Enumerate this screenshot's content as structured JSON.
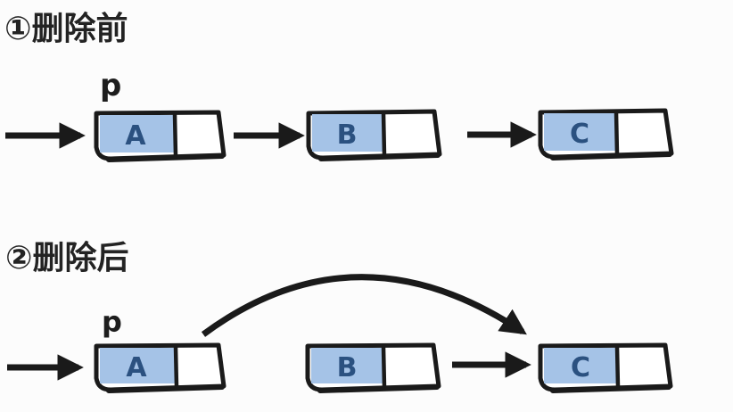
{
  "diagram": {
    "description": "Singly linked list node deletion illustration",
    "colors": {
      "background": "#fcfcfc",
      "ink": "#1a1a1a",
      "node_data_cell_fill": "#a5c3e7",
      "node_letter_color": "#2b5180"
    },
    "sections": [
      {
        "title": "①删除前",
        "pointer_label": "p",
        "nodes": [
          "A",
          "B",
          "C"
        ]
      },
      {
        "title": "②删除后",
        "pointer_label": "p",
        "nodes": [
          "A",
          "B",
          "C"
        ]
      }
    ]
  }
}
